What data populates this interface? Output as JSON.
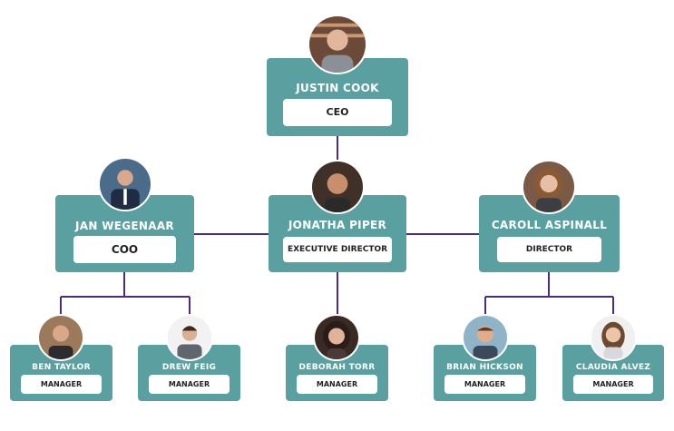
{
  "colors": {
    "box": "#5aa0a0",
    "line": "#4b2a85",
    "role_text": "#222222"
  },
  "people": {
    "justin_cook": {
      "name": "JUSTIN COOK",
      "role": "CEO",
      "avatar": "man-headshot-icon"
    },
    "jan_wegenaar": {
      "name": "JAN WEGENAAR",
      "role": "COO",
      "avatar": "man-suit-icon"
    },
    "jonatha_piper": {
      "name": "JONATHA PIPER",
      "role": "EXECUTIVE DIRECTOR",
      "avatar": "man-headshot-icon"
    },
    "caroll_aspinall": {
      "name": "CAROLL ASPINALL",
      "role": "DIRECTOR",
      "avatar": "woman-headshot-icon"
    },
    "ben_taylor": {
      "name": "BEN TAYLOR",
      "role": "MANAGER",
      "avatar": "man-headshot-icon"
    },
    "drew_feig": {
      "name": "DREW FEIG",
      "role": "MANAGER",
      "avatar": "man-headshot-icon"
    },
    "deborah_torr": {
      "name": "DEBORAH TORR",
      "role": "MANAGER",
      "avatar": "woman-headshot-icon"
    },
    "brian_hickson": {
      "name": "BRIAN HICKSON",
      "role": "MANAGER",
      "avatar": "man-headshot-icon"
    },
    "claudia_alvez": {
      "name": "CLAUDIA ALVEZ",
      "role": "MANAGER",
      "avatar": "woman-headshot-icon"
    }
  }
}
